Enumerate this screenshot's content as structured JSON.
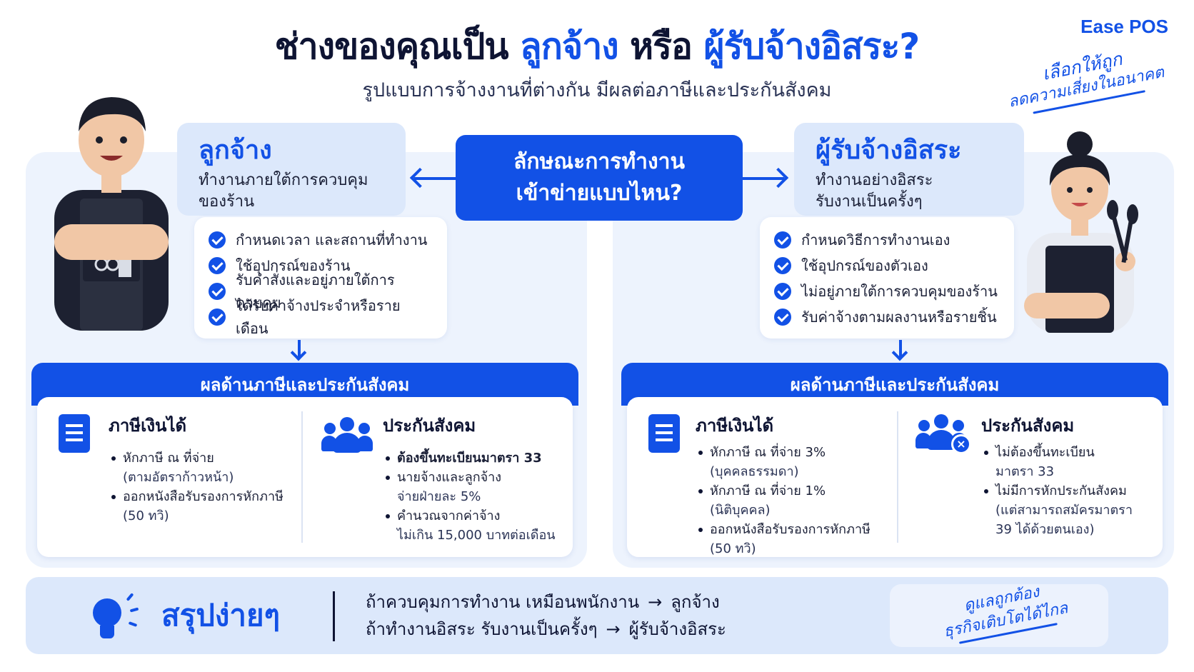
{
  "brand": "Ease POS",
  "title": {
    "part1": "ช่างของคุณเป็น",
    "highlight1": "ลูกจ้าง",
    "part2": "หรือ",
    "highlight2": "ผู้รับจ้างอิสระ?"
  },
  "subtitle": "รูปแบบการจ้างงานที่ต่างกัน มีผลต่อภาษีและประกันสังคม",
  "handnote": {
    "line1": "เลือกให้ถูก",
    "line2": "ลดความเสี่ยงในอนาคต"
  },
  "center_question": {
    "line1": "ลักษณะการทำงาน",
    "line2": "เข้าข่ายแบบไหน?"
  },
  "employee": {
    "title": "ลูกจ้าง",
    "desc_line1": "ทำงานภายใต้การควบคุม",
    "desc_line2": "ของร้าน",
    "checks": [
      "กำหนดเวลา และสถานที่ทำงาน",
      "ใช้อุปกรณ์ของร้าน",
      "รับคำสั่งและอยู่ภายใต้การควบคุม",
      "ได้รับค่าจ้างประจำหรือรายเดือน"
    ],
    "effects_header": "ผลด้านภาษีและประกันสังคม",
    "tax": {
      "title": "ภาษีเงินได้",
      "items": [
        {
          "main": "หักภาษี ณ ที่จ่าย",
          "sub": "(ตามอัตราก้าวหน้า)"
        },
        {
          "main": "ออกหนังสือรับรองการหักภาษี",
          "sub": "(50 ทวิ)"
        }
      ]
    },
    "social": {
      "title": "ประกันสังคม",
      "items": [
        {
          "main": "ต้องขึ้นทะเบียนมาตรา 33",
          "sub": ""
        },
        {
          "main": "นายจ้างและลูกจ้าง",
          "sub": "จ่ายฝ่ายละ 5%"
        },
        {
          "main": "คำนวณจากค่าจ้าง",
          "sub": "ไม่เกิน 15,000 บาทต่อเดือน"
        }
      ]
    }
  },
  "freelancer": {
    "title": "ผู้รับจ้างอิสระ",
    "desc_line1": "ทำงานอย่างอิสระ",
    "desc_line2": "รับงานเป็นครั้งๆ",
    "checks": [
      "กำหนดวิธีการทำงานเอง",
      "ใช้อุปกรณ์ของตัวเอง",
      "ไม่อยู่ภายใต้การควบคุมของร้าน",
      "รับค่าจ้างตามผลงานหรือรายชิ้น"
    ],
    "effects_header": "ผลด้านภาษีและประกันสังคม",
    "tax": {
      "title": "ภาษีเงินได้",
      "items": [
        {
          "main": "หักภาษี ณ ที่จ่าย 3%",
          "sub": "(บุคคลธรรมดา)"
        },
        {
          "main": "หักภาษี ณ ที่จ่าย 1%",
          "sub": "(นิติบุคคล)"
        },
        {
          "main": "ออกหนังสือรับรองการหักภาษี",
          "sub": "(50 ทวิ)"
        }
      ]
    },
    "social": {
      "title": "ประกันสังคม",
      "items": [
        {
          "main": "ไม่ต้องขึ้นทะเบียน",
          "sub": "มาตรา 33"
        },
        {
          "main": "ไม่มีการหักประกันสังคม",
          "sub": "(แต่สามารถสมัครมาตรา 39 ได้ด้วยตนเอง)"
        }
      ]
    }
  },
  "summary": {
    "title": "สรุปง่ายๆ",
    "line1_left": "ถ้าควบคุมการทำงาน เหมือนพนักงาน",
    "line1_right": "ลูกจ้าง",
    "line2_left": "ถ้าทำงานอิสระ รับงานเป็นครั้งๆ",
    "line2_right": "ผู้รับจ้างอิสระ",
    "arrow": "→",
    "note_line1": "ดูแลถูกต้อง",
    "note_line2": "ธุรกิจเติบโตได้ไกล"
  },
  "colors": {
    "accent": "#1251e6",
    "dark": "#0e1433",
    "panel": "#edf3fd",
    "card": "#dce8fb",
    "error": "#ef3b4a"
  },
  "icons": [
    "check-icon",
    "document-icon",
    "people-icon",
    "x-icon",
    "lightbulb-icon",
    "arrow-icon"
  ]
}
